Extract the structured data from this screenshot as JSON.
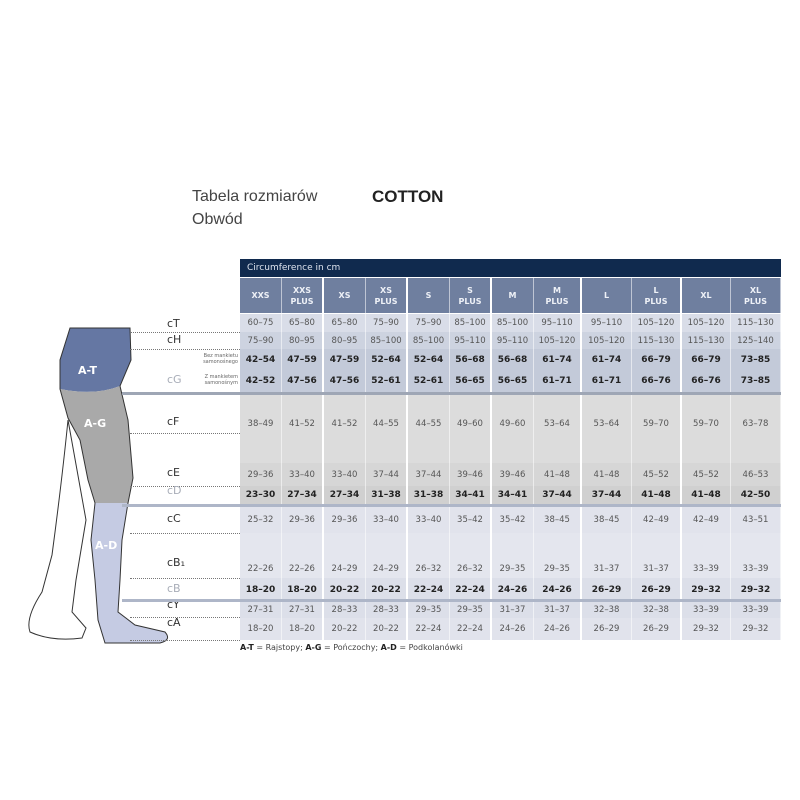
{
  "title": "Tabela rozmiarów",
  "subtitle": "Obwód",
  "brand": "COTTON",
  "table": {
    "caption": "Circumference in cm",
    "sizes": [
      "XXS",
      "XXS\nPLUS",
      "XS",
      "XS\nPLUS",
      "S",
      "S\nPLUS",
      "M",
      "M\nPLUS",
      "L",
      "L\nPLUS",
      "XL",
      "XL\nPLUS"
    ],
    "rows": [
      {
        "label": "cT",
        "values": [
          "60–75",
          "65–80",
          "65–80",
          "75–90",
          "75–90",
          "85–100",
          "85–100",
          "95–110",
          "95–110",
          "105–120",
          "105–120",
          "115–130"
        ]
      },
      {
        "label": "cH",
        "values": [
          "75–90",
          "80–95",
          "80–95",
          "85–100",
          "85–100",
          "95–110",
          "95–110",
          "105–120",
          "105–120",
          "115–130",
          "115–130",
          "125–140"
        ]
      },
      {
        "label": "",
        "sublabel": "Bez mankietu samonośnego",
        "bold": true,
        "values": [
          "42–54",
          "47–59",
          "47–59",
          "52–64",
          "52–64",
          "56–68",
          "56–68",
          "61–74",
          "61–74",
          "66–79",
          "66–79",
          "73–85"
        ]
      },
      {
        "label": "cG",
        "sublabel": "Z mankietem samonośnym",
        "bold": true,
        "values": [
          "42–52",
          "47–56",
          "47–56",
          "52–61",
          "52–61",
          "56–65",
          "56–65",
          "61–71",
          "61–71",
          "66–76",
          "66–76",
          "73–85"
        ]
      },
      {
        "label": "cF",
        "values": [
          "38–49",
          "41–52",
          "41–52",
          "44–55",
          "44–55",
          "49–60",
          "49–60",
          "53–64",
          "53–64",
          "59–70",
          "59–70",
          "63–78"
        ]
      },
      {
        "label": "cE",
        "values": [
          "29–36",
          "33–40",
          "33–40",
          "37–44",
          "37–44",
          "39–46",
          "39–46",
          "41–48",
          "41–48",
          "45–52",
          "45–52",
          "46–53"
        ]
      },
      {
        "label": "cD",
        "bold": true,
        "values": [
          "23–30",
          "27–34",
          "27–34",
          "31–38",
          "31–38",
          "34–41",
          "34–41",
          "37–44",
          "37–44",
          "41–48",
          "41–48",
          "42–50"
        ]
      },
      {
        "label": "cC",
        "values": [
          "25–32",
          "29–36",
          "29–36",
          "33–40",
          "33–40",
          "35–42",
          "35–42",
          "38–45",
          "38–45",
          "42–49",
          "42–49",
          "43–51"
        ]
      },
      {
        "label": "cB₁",
        "values": [
          "22–26",
          "22–26",
          "24–29",
          "24–29",
          "26–32",
          "26–32",
          "29–35",
          "29–35",
          "31–37",
          "31–37",
          "33–39",
          "33–39"
        ]
      },
      {
        "label": "cB",
        "bold": true,
        "values": [
          "18–20",
          "18–20",
          "20–22",
          "20–22",
          "22–24",
          "22–24",
          "24–26",
          "24–26",
          "26–29",
          "26–29",
          "29–32",
          "29–32"
        ]
      },
      {
        "label": "cY",
        "values": [
          "27–31",
          "27–31",
          "28–33",
          "28–33",
          "29–35",
          "29–35",
          "31–37",
          "31–37",
          "32–38",
          "32–38",
          "33–39",
          "33–39"
        ]
      },
      {
        "label": "cA",
        "values": [
          "18–20",
          "18–20",
          "20–22",
          "20–22",
          "22–24",
          "22–24",
          "24–26",
          "24–26",
          "26–29",
          "26–29",
          "29–32",
          "29–32"
        ]
      }
    ]
  },
  "legend": {
    "at_code": "A-T",
    "at_text": "= Rajstopy;",
    "ag_code": "A-G",
    "ag_text": "= Pończochy;",
    "ad_code": "A-D",
    "ad_text": "= Podkolanówki"
  },
  "colors": {
    "caption": "#102a4e",
    "header": "#6f7f9f",
    "at": "#6577a3",
    "ag": "#a9a9a9",
    "ad": "#c5cbe3"
  }
}
